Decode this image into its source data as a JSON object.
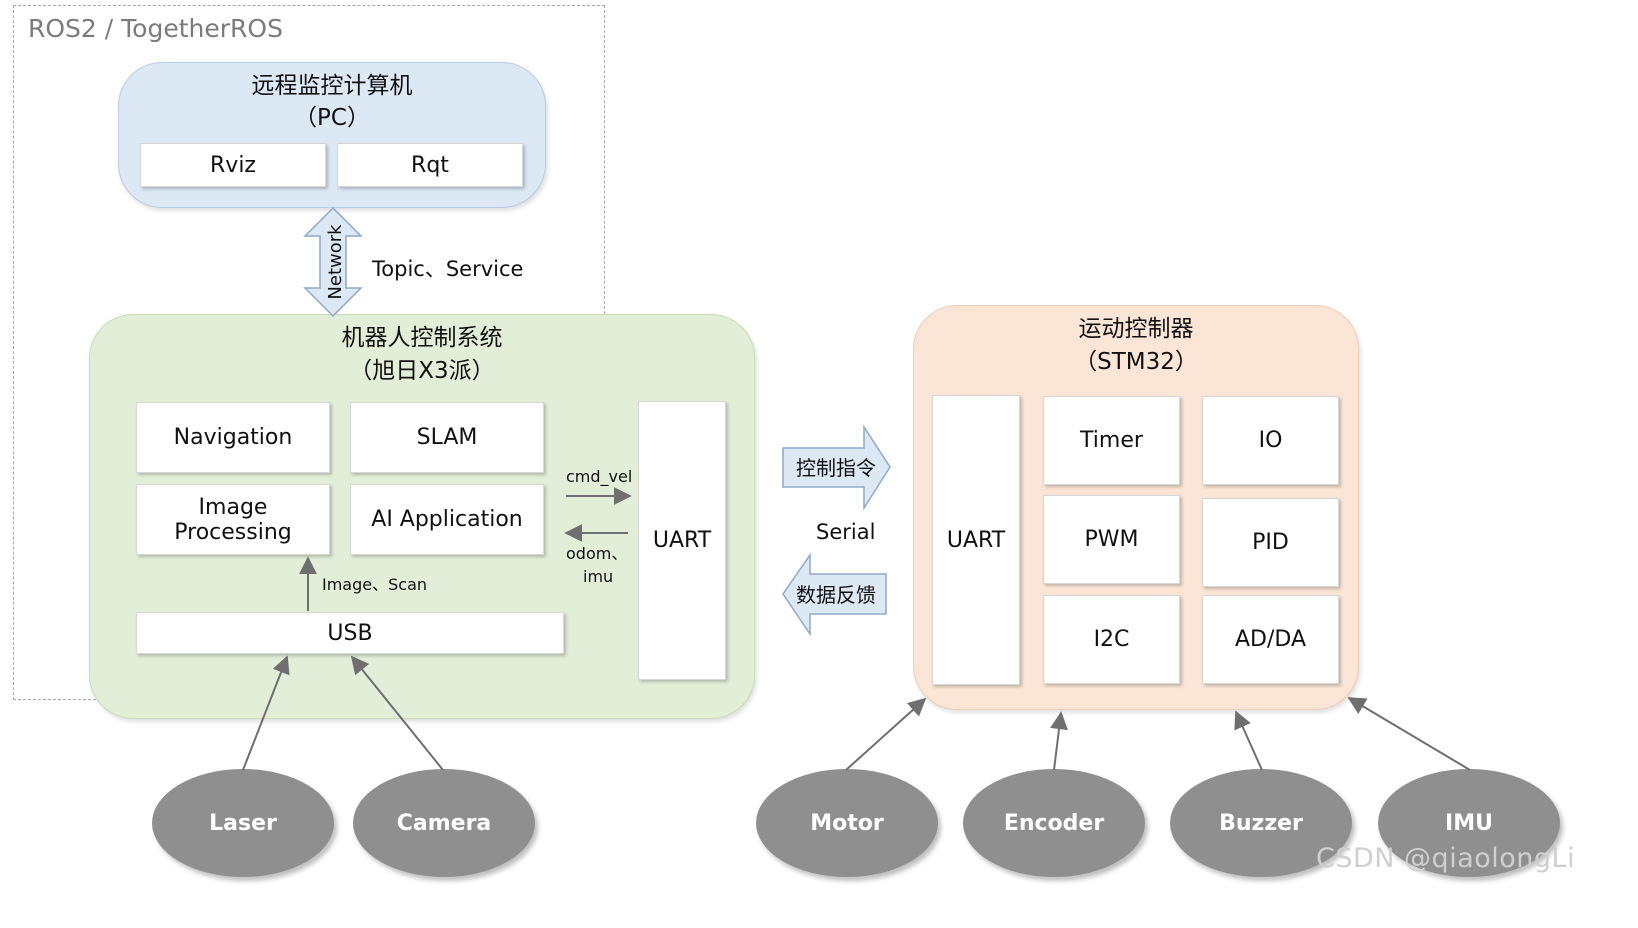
{
  "frame": {
    "label": "ROS2 / TogetherROS"
  },
  "pc": {
    "title": "远程监控计算机",
    "subtitle": "（PC）",
    "modules": [
      "Rviz",
      "Rqt"
    ]
  },
  "network": {
    "arrow_label": "Network",
    "caption": "Topic、Service"
  },
  "robot": {
    "title": "机器人控制系统",
    "subtitle": "（旭日X3派）",
    "modules": [
      "Navigation",
      "SLAM",
      "Image Processing",
      "AI Application"
    ],
    "usb": "USB",
    "uart": "UART",
    "usb_caption": "Image、Scan",
    "cmd_label": "cmd_vel",
    "feedback_label_1": "odom、",
    "feedback_label_2": "imu"
  },
  "link": {
    "command_label": "控制指令",
    "serial_label": "Serial",
    "feedback_label": "数据反馈"
  },
  "mcu": {
    "title": "运动控制器",
    "subtitle": "（STM32）",
    "uart": "UART",
    "modules": [
      "Timer",
      "IO",
      "PWM",
      "PID",
      "I2C",
      "AD/DA"
    ]
  },
  "sensors_left": [
    "Laser",
    "Camera"
  ],
  "sensors_right": [
    "Motor",
    "Encoder",
    "Buzzer",
    "IMU"
  ],
  "watermark": "CSDN @qiaolongLi",
  "colors": {
    "pc_fill": "#dde8f5",
    "robot_fill": "#e3eed8",
    "mcu_fill": "#fbe5d6",
    "sensor_fill": "#8f8f8f",
    "arrow_fill": "#dde8f5",
    "arrow_stroke": "#8ea9c8"
  }
}
